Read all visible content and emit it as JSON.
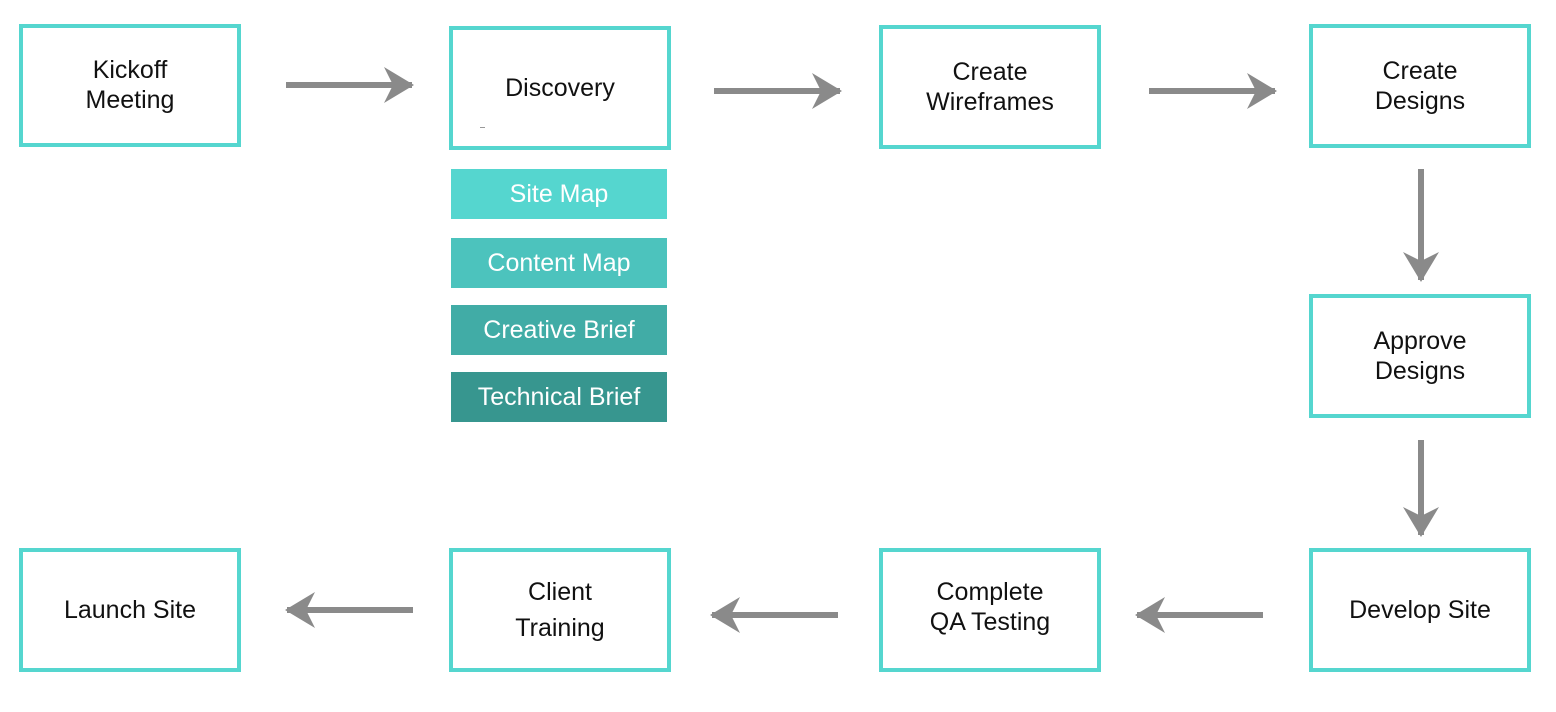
{
  "colors": {
    "box_border": "#55d6cf",
    "arrow": "#8a8a8a",
    "tag_1": "#55d6cf",
    "tag_2": "#4cc3bd",
    "tag_3": "#41aca6",
    "tag_4": "#37968f"
  },
  "steps": {
    "kickoff": "Kickoff\nMeeting",
    "discovery": "Discovery",
    "wireframes": "Create\nWireframes",
    "create_designs": "Create\nDesigns",
    "approve_designs": "Approve\nDesigns",
    "develop_site": "Develop Site",
    "qa_testing": "Complete\nQA Testing",
    "client_training": "Client\nTraining",
    "launch_site": "Launch Site"
  },
  "discovery_deliverables": [
    "Site Map",
    "Content Map",
    "Creative Brief",
    "Technical Brief"
  ]
}
